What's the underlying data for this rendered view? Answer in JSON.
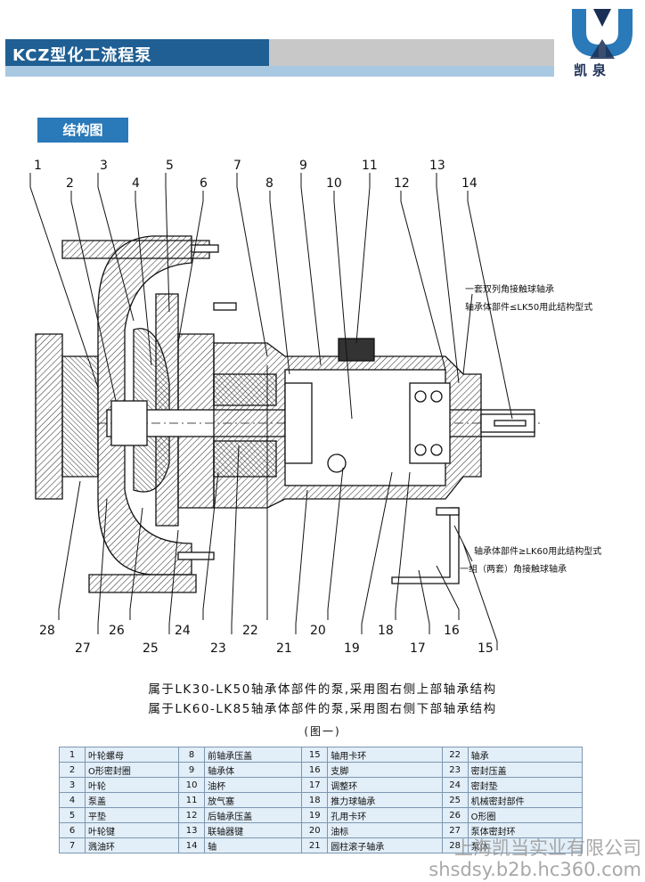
{
  "header": {
    "title": "KCZ型化工流程泵",
    "logo_text": "凯泉"
  },
  "section": {
    "label": "结构图"
  },
  "diagram": {
    "labels": [
      "1",
      "2",
      "3",
      "4",
      "5",
      "6",
      "7",
      "8",
      "9",
      "10",
      "11",
      "12",
      "13",
      "14",
      "15",
      "16",
      "17",
      "18",
      "19",
      "20",
      "21",
      "22",
      "23",
      "24",
      "25",
      "26",
      "27",
      "28"
    ],
    "note_top_1": "一套双列角接触球轴承",
    "note_top_2": "轴承体部件≤LK50用此结构型式",
    "note_bottom_1": "轴承体部件≥LK60用此结构型式",
    "note_bottom_2": "一组（两套）角接触球轴承"
  },
  "captions": {
    "line1": "属于LK30-LK50轴承体部件的泵,采用图右侧上部轴承结构",
    "line2": "属于LK60-LK85轴承体部件的泵,采用图右侧下部轴承结构",
    "figure": "(图一)"
  },
  "parts_table": [
    [
      {
        "n": "1",
        "name": "叶轮螺母"
      },
      {
        "n": "8",
        "name": "前轴承压盖"
      },
      {
        "n": "15",
        "name": "轴用卡环"
      },
      {
        "n": "22",
        "name": "轴承"
      }
    ],
    [
      {
        "n": "2",
        "name": "O形密封圈"
      },
      {
        "n": "9",
        "name": "轴承体"
      },
      {
        "n": "16",
        "name": "支脚"
      },
      {
        "n": "23",
        "name": "密封压盖"
      }
    ],
    [
      {
        "n": "3",
        "name": "叶轮"
      },
      {
        "n": "10",
        "name": "油杯"
      },
      {
        "n": "17",
        "name": "调整环"
      },
      {
        "n": "24",
        "name": "密封垫"
      }
    ],
    [
      {
        "n": "4",
        "name": "泵盖"
      },
      {
        "n": "11",
        "name": "放气塞"
      },
      {
        "n": "18",
        "name": "推力球轴承"
      },
      {
        "n": "25",
        "name": "机械密封部件"
      }
    ],
    [
      {
        "n": "5",
        "name": "平垫"
      },
      {
        "n": "12",
        "name": "后轴承压盖"
      },
      {
        "n": "19",
        "name": "孔用卡环"
      },
      {
        "n": "26",
        "name": "O形圈"
      }
    ],
    [
      {
        "n": "6",
        "name": "叶轮键"
      },
      {
        "n": "13",
        "name": "联轴器键"
      },
      {
        "n": "20",
        "name": "油标"
      },
      {
        "n": "27",
        "name": "泵体密封环"
      }
    ],
    [
      {
        "n": "7",
        "name": "溅油环"
      },
      {
        "n": "14",
        "name": "轴"
      },
      {
        "n": "21",
        "name": "圆柱滚子轴承"
      },
      {
        "n": "28",
        "name": "泵体"
      }
    ]
  ],
  "watermark": {
    "line1": "上海凯当实业有限公司",
    "line2": "shsdsy.b2b.hc360.com"
  }
}
